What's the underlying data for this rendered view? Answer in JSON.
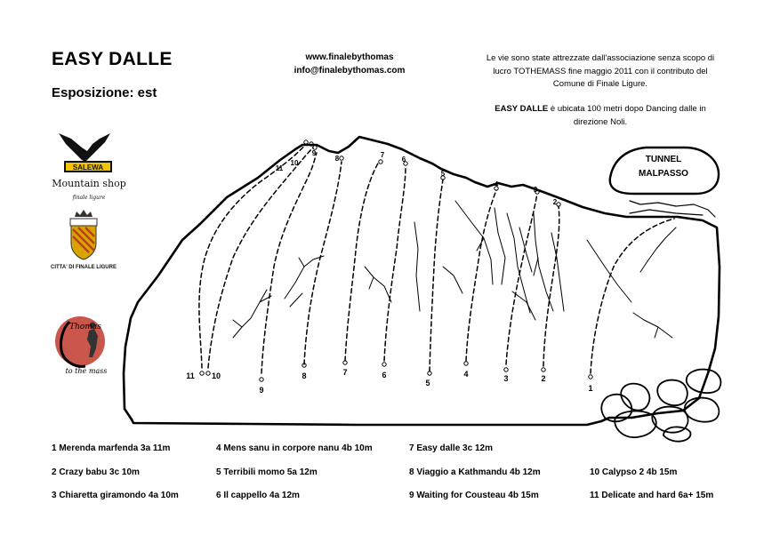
{
  "title": "EASY DALLE",
  "exposure": "Esposizione: est",
  "website": "www.finalebythomas",
  "email": "info@finalebythomas.com",
  "info_text": "Le vie sono state attrezzate dall'associazione senza scopo di lucro TOTHEMASS fine maggio 2011 con il contributo del Comune di Finale Ligure.",
  "location_bold": "EASY DALLE",
  "location_text": " è ubicata 100 metri dopo Dancing dalle in direzione Noli.",
  "tunnel_label_1": "TUNNEL",
  "tunnel_label_2": "MALPASSO",
  "logos": {
    "salewa_brand": "SALEWA",
    "salewa_shop": "Mountain shop",
    "salewa_city": "finale ligure",
    "comune": "CITTA' DI FINALE LIGURE",
    "tothemass_name": "Thomas",
    "tothemass_sub": "to the mass"
  },
  "route_numbers": [
    "1",
    "2",
    "3",
    "4",
    "5",
    "6",
    "7",
    "8",
    "9",
    "10",
    "11"
  ],
  "routes": [
    "1 Merenda marfenda 3a 11m",
    "2 Crazy babu 3c 10m",
    "3 Chiaretta giramondo 4a 10m",
    "4 Mens sanu in corpore nanu 4b 10m",
    "5 Terribili momo 5a 12m",
    "6 Il cappello 4a 12m",
    "7 Easy dalle 3c 12m",
    "8 Viaggio a Kathmandu 4b 12m",
    "9 Waiting for Cousteau 4b 15m",
    "10 Calypso 2 4b 15m",
    "11 Delicate and hard 6a+ 15m"
  ]
}
